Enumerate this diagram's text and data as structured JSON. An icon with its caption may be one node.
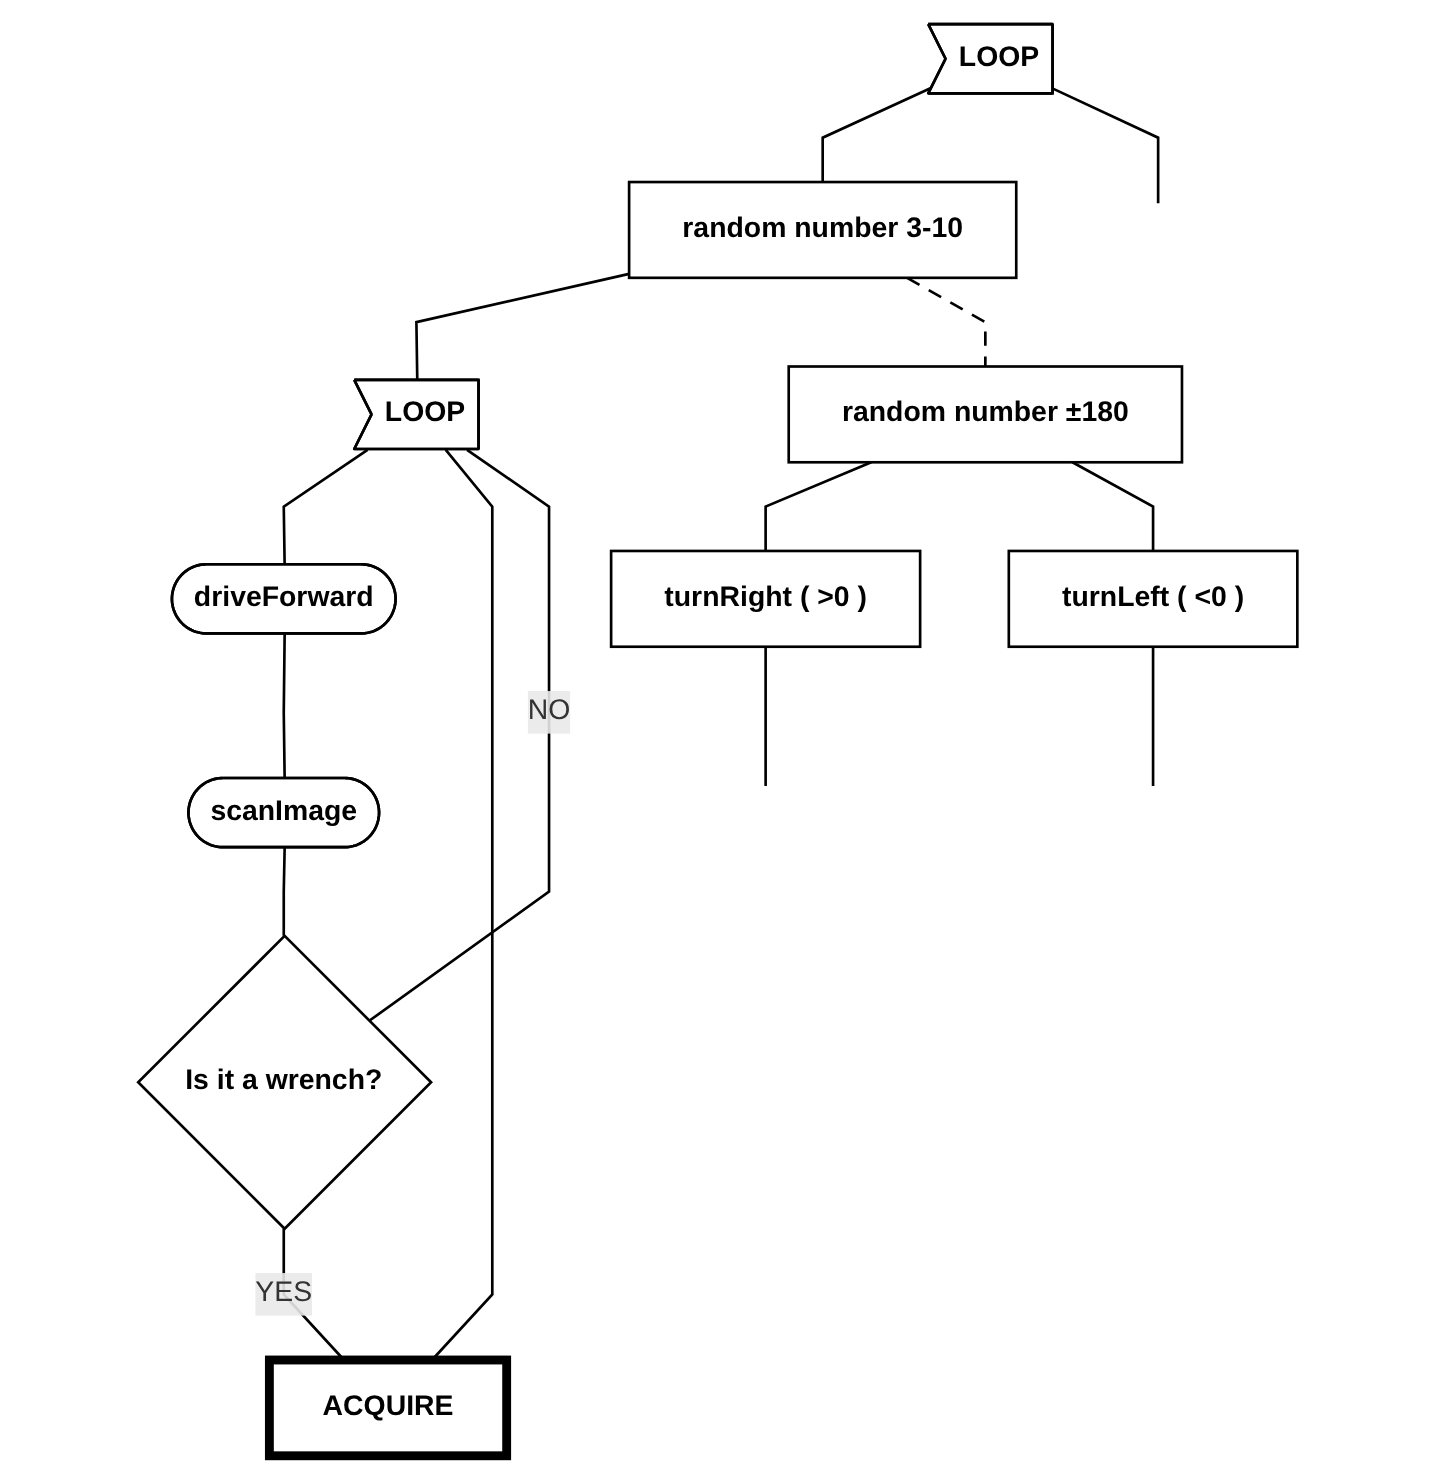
{
  "diagram": {
    "nodes": [
      {
        "text": [
          "LOOP"
        ]
      },
      {
        "text": [
          "random number 3-10"
        ]
      },
      {
        "text": [
          "LOOP"
        ]
      },
      {
        "text": [
          "driveForward"
        ]
      },
      {
        "text": [
          "scanImage"
        ]
      },
      {
        "text": [
          "Is it a wrench?"
        ]
      },
      {
        "text": [
          "ACQUIRE"
        ]
      },
      {
        "text": [
          "random number ±180"
        ]
      },
      {
        "text": [
          "turnRight ( >0 )"
        ]
      },
      {
        "text": [
          "turnLeft ( <0 )"
        ]
      }
    ],
    "edges": [
      {
        "from": 0,
        "to": 1,
        "arrow": "none"
      },
      {
        "from": 1,
        "to": 2,
        "arrow": "none"
      },
      {
        "from": 2,
        "to": 3,
        "arrow": "none"
      },
      {
        "from": 3,
        "to": 4,
        "arrow": "none"
      },
      {
        "from": 4,
        "to": 5,
        "arrow": "none"
      },
      {
        "from": 5,
        "to": 6,
        "arrow": "none",
        "label": "YES"
      },
      {
        "from": 5,
        "to": 2,
        "arrow": "none",
        "label": "NO"
      },
      {
        "from": 6,
        "to": 2,
        "arrow": "none"
      },
      {
        "from": 1,
        "to": 7,
        "arrow": "none",
        "style": "dashed"
      },
      {
        "from": 7,
        "to": 8,
        "arrow": "none"
      },
      {
        "from": 7,
        "to": 9,
        "arrow": "none"
      },
      {
        "from": 8,
        "to": null,
        "arrow": "none"
      },
      {
        "from": 9,
        "to": null,
        "arrow": "none"
      },
      {
        "from": 0,
        "to": null,
        "arrow": "none"
      }
    ]
  }
}
